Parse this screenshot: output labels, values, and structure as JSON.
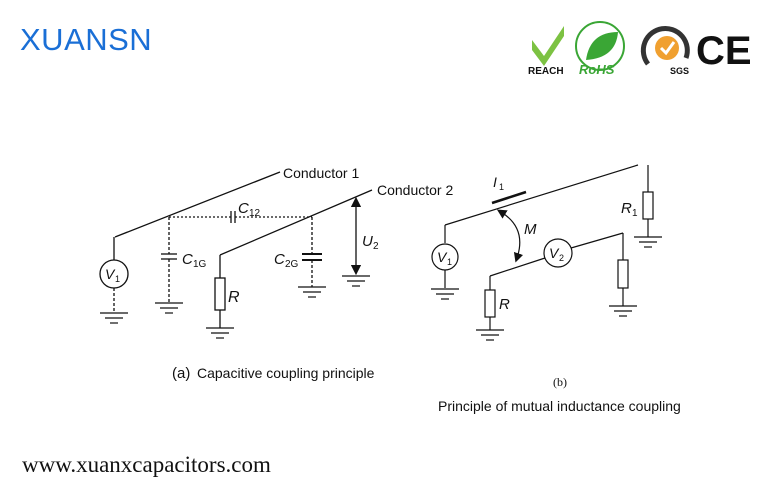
{
  "header": {
    "brand": "XUANSN"
  },
  "logos": {
    "reach": "REACH",
    "rohs": "RoHS",
    "sgs": "SGS",
    "ce": "CE"
  },
  "diagram_a": {
    "conductor1": "Conductor 1",
    "conductor2": "Conductor 2",
    "c12": "C",
    "c12_sub": "12",
    "c1g": "C",
    "c1g_sub": "1G",
    "c2g": "C",
    "c2g_sub": "2G",
    "u2": "U",
    "u2_sub": "2",
    "v1": "V",
    "v1_sub": "1",
    "r": "R",
    "caption_prefix": "(a)",
    "caption": "Capacitive coupling principle"
  },
  "diagram_b": {
    "i1": "I",
    "i1_sub": "1",
    "m": "M",
    "r1": "R",
    "r1_sub": "1",
    "v1": "V",
    "v1_sub": "1",
    "v2": "V",
    "v2_sub": "2",
    "r": "R",
    "caption_prefix": "(b)",
    "caption": "Principle of mutual inductance coupling"
  },
  "footer": {
    "url": "www.xuanxcapacitors.com"
  },
  "colors": {
    "brand": "#1a6fd6",
    "reach": "#7cc242",
    "rohs": "#3aa635",
    "sgs": "#f0a030"
  }
}
